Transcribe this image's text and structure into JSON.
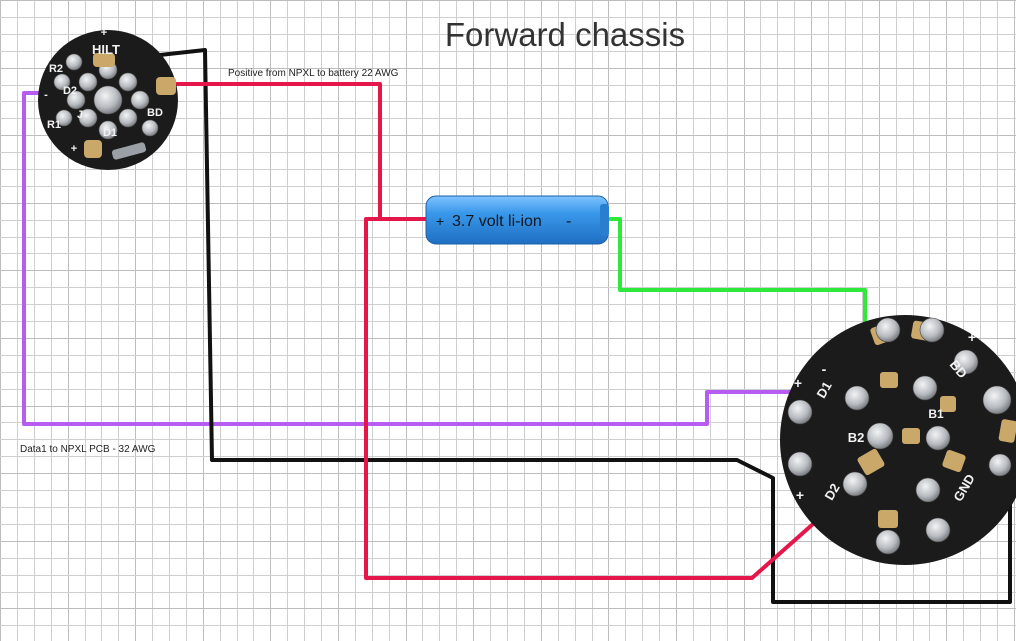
{
  "title": "Forward chassis",
  "annotations": {
    "positive": "Positive from NPXL to battery 22 AWG",
    "data": "Data1 to NPXL PCB - 32 AWG"
  },
  "battery": {
    "plus": "+",
    "label": "3.7 volt li-ion",
    "minus": "-"
  },
  "small_board": {
    "labels": [
      "HILT",
      "R2",
      "D2",
      "R1",
      "J",
      "D1",
      "BD",
      "+",
      "+",
      "-"
    ]
  },
  "large_board": {
    "labels": [
      "D1",
      "BD",
      "B1",
      "B2",
      "D2",
      "GND",
      "+",
      "+",
      "+",
      "-"
    ]
  },
  "colors": {
    "grid": "#cfcfcf",
    "grid_major": "#bdbdbd",
    "wire_red": "#e5174a",
    "wire_black": "#111111",
    "wire_green": "#2ee83a",
    "wire_purple": "#b65cf0",
    "battery": "#2f8fe0",
    "pcb": "#1b1b1b",
    "pad_gold": "#c9a86a",
    "screw": "#b9bcc0"
  }
}
